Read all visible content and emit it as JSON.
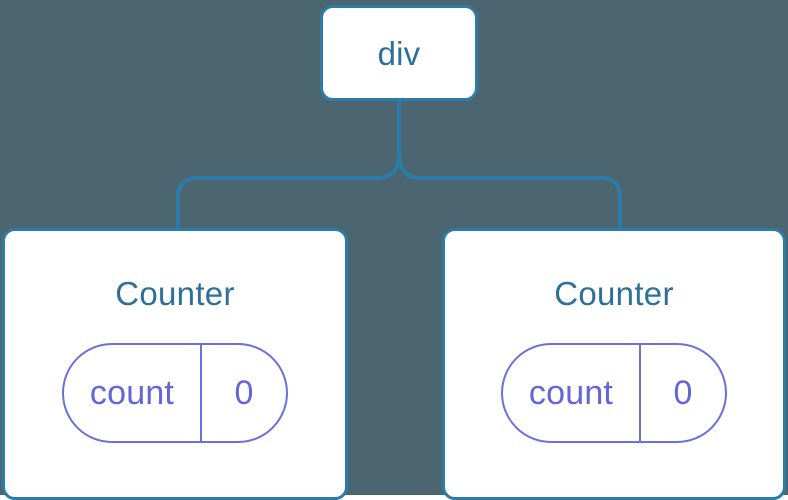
{
  "diagram": {
    "type": "component-tree",
    "background_color": "#4b6670",
    "node_border_color": "#2d7ba8",
    "node_fill_color": "#ffffff",
    "node_label_color": "#2e7099",
    "state_accent_color": "#6a70dc",
    "connector_color": "#2d7ba8",
    "root": {
      "label": "div"
    },
    "children": [
      {
        "title": "Counter",
        "state": {
          "key": "count",
          "value": "0"
        }
      },
      {
        "title": "Counter",
        "state": {
          "key": "count",
          "value": "0"
        }
      }
    ]
  }
}
